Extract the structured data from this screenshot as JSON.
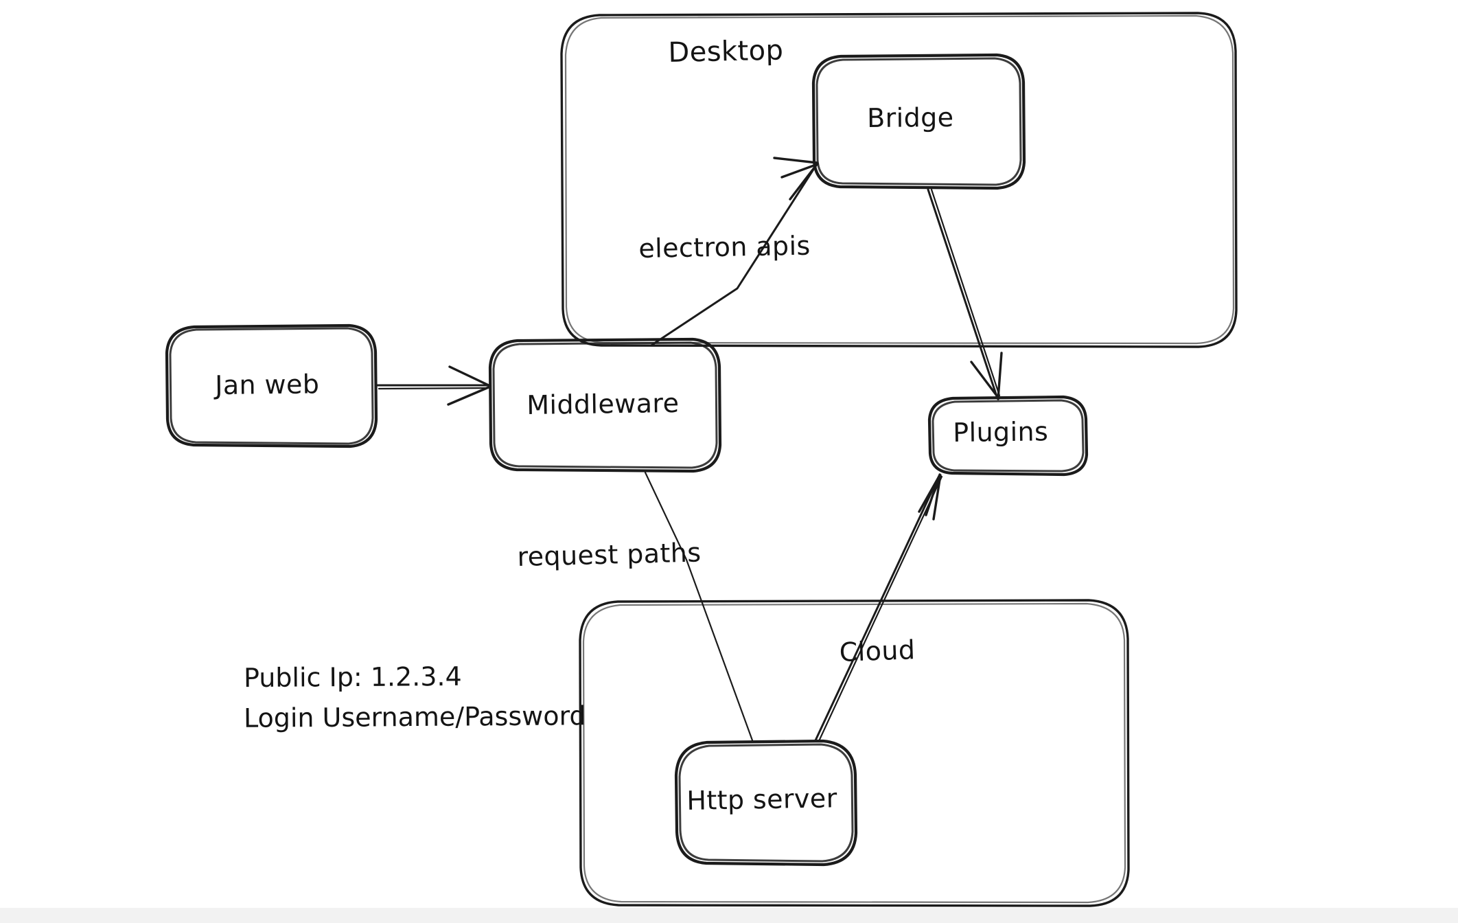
{
  "diagram": {
    "title_text_present": false,
    "background_color": "#ffffff",
    "ink_color": "#1b1b1b",
    "style": "hand-drawn sketch",
    "groups": [
      {
        "id": "desktop",
        "label": "Desktop"
      },
      {
        "id": "cloud_group",
        "label": ""
      }
    ],
    "nodes": [
      {
        "id": "jan_web",
        "label": "Jan web"
      },
      {
        "id": "middleware",
        "label": "Middleware"
      },
      {
        "id": "bridge",
        "label": "Bridge"
      },
      {
        "id": "plugins",
        "label": "Plugins"
      },
      {
        "id": "http_server",
        "label": "Http server"
      }
    ],
    "edges": [
      {
        "id": "e1",
        "from": "jan_web",
        "to": "middleware",
        "label": ""
      },
      {
        "id": "e2",
        "from": "middleware",
        "to": "bridge",
        "label": "electron apis"
      },
      {
        "id": "e3",
        "from": "bridge",
        "to": "plugins",
        "label": ""
      },
      {
        "id": "e4",
        "from": "http_server",
        "to": "middleware",
        "label": "request paths"
      },
      {
        "id": "e5",
        "from": "http_server",
        "to": "plugins",
        "label": "Cloud"
      }
    ],
    "notes": {
      "public_ip_line": "Public Ip: 1.2.3.4",
      "login_line": "Login Username/Password"
    }
  }
}
